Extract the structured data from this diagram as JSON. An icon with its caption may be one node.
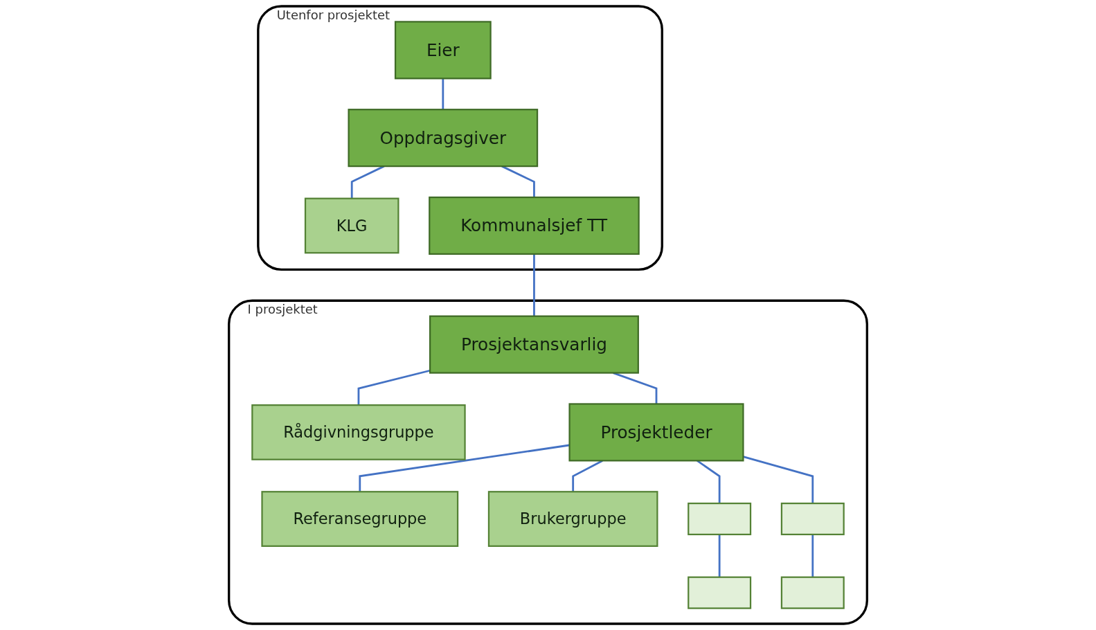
{
  "diagram": {
    "nodes": [
      {
        "text": [
          "Utenfor prosjektet"
        ]
      },
      {
        "text": [
          "Eier"
        ],
        "in": 0
      },
      {
        "text": [
          "KLG"
        ],
        "in": 0
      },
      {
        "text": [
          "Oppdragsgiver"
        ],
        "in": 0
      },
      {
        "text": [
          "Kommunalsjef TT"
        ],
        "in": 0
      },
      {
        "text": [
          "I prosjektet"
        ]
      },
      {
        "text": [
          "Rådgivningsgruppe"
        ],
        "in": 5
      },
      {
        "text": [
          "Prosjektansvarlig"
        ],
        "in": 5
      },
      {
        "text": [
          "Prosjektleder"
        ],
        "in": 5
      },
      {
        "text": [
          "Referansegruppe"
        ],
        "in": 5
      },
      {
        "text": [
          "Brukergruppe"
        ],
        "in": 5
      },
      {
        "text": [],
        "shape": "box",
        "in": 5
      },
      {
        "text": [],
        "shape": "box",
        "in": 5
      },
      {
        "text": [],
        "shape": "box",
        "in": 5
      },
      {
        "text": [],
        "shape": "box",
        "in": 5
      }
    ],
    "edges": [
      {
        "from": 1,
        "to": 3,
        "arrow": "none"
      },
      {
        "from": 3,
        "to": 2,
        "arrow": "none"
      },
      {
        "from": 3,
        "to": 4,
        "arrow": "none"
      },
      {
        "from": 4,
        "to": 7,
        "arrow": "none"
      },
      {
        "from": 7,
        "to": 6,
        "arrow": "none"
      },
      {
        "from": 7,
        "to": 8,
        "arrow": "none"
      },
      {
        "from": 8,
        "to": 9,
        "arrow": "none"
      },
      {
        "from": 8,
        "to": 10,
        "arrow": "none"
      },
      {
        "from": 8,
        "to": 12,
        "arrow": "none"
      },
      {
        "from": 8,
        "to": 13,
        "arrow": "none"
      },
      {
        "from": 12,
        "to": 11,
        "arrow": "none"
      },
      {
        "from": 13,
        "to": 14,
        "arrow": "none"
      }
    ]
  }
}
